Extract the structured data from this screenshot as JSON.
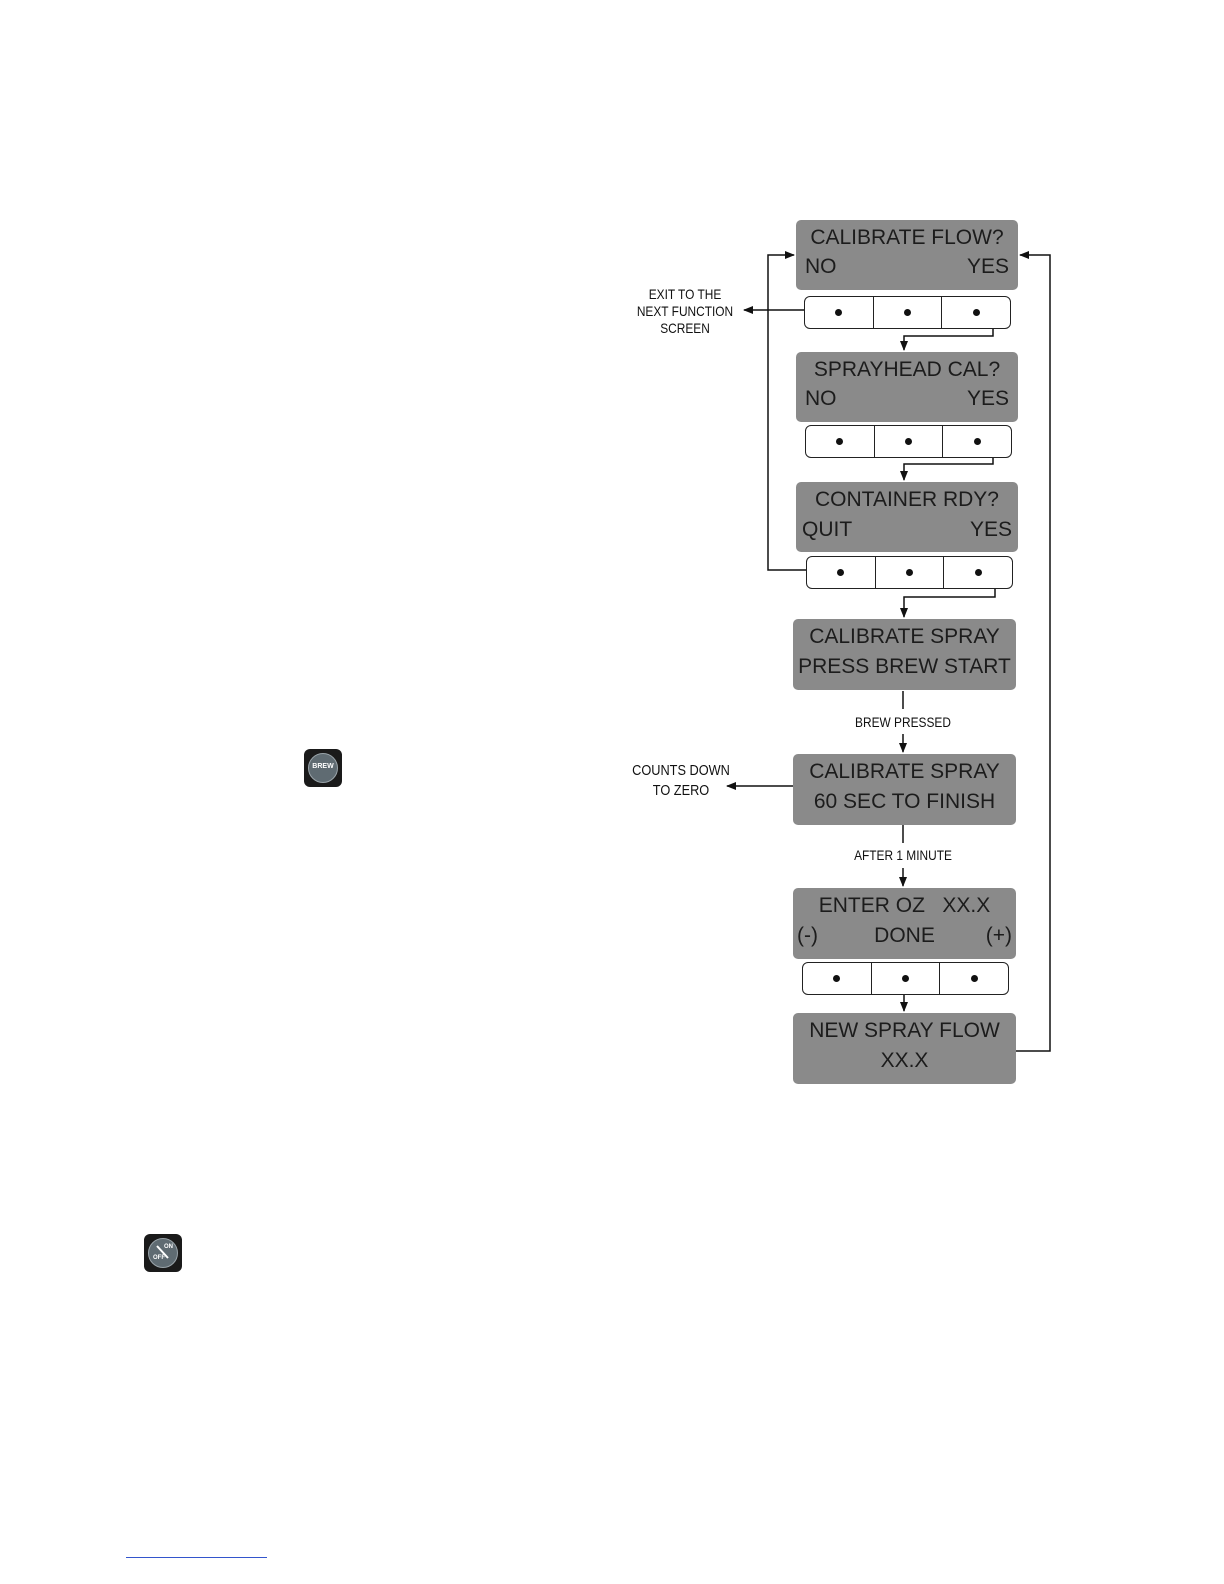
{
  "screens": {
    "s1": {
      "l1": "CALIBRATE FLOW?",
      "left": "NO",
      "right": "YES"
    },
    "s2": {
      "l1": "SPRAYHEAD CAL?",
      "left": "NO",
      "right": "YES"
    },
    "s3": {
      "l1": "CONTAINER RDY?",
      "left": "QUIT",
      "right": "YES"
    },
    "s4": {
      "l1": "CALIBRATE SPRAY",
      "l2": "PRESS BREW START"
    },
    "s5": {
      "l1": "CALIBRATE SPRAY",
      "l2": "60 SEC TO FINISH"
    },
    "s6": {
      "l1": "ENTER OZ   XX.X",
      "left": "(-)",
      "mid": "DONE",
      "right": "(+)"
    },
    "s7": {
      "l1": "NEW SPRAY FLOW",
      "l2": "XX.X"
    }
  },
  "annotations": {
    "exit_line1": "EXIT TO THE",
    "exit_line2": "NEXT FUNCTION",
    "exit_line3": "SCREEN",
    "brew_pressed": "BREW PRESSED",
    "counts_line1": "COUNTS DOWN",
    "counts_line2": "TO ZERO",
    "after_minute": "AFTER 1 MINUTE"
  },
  "buttons": {
    "brew_label": "BREW",
    "power_on": "ON",
    "power_off": "OFF"
  },
  "colors": {
    "screen_bg": "#8a8a8a",
    "button_bg": "#1a1a1a"
  }
}
